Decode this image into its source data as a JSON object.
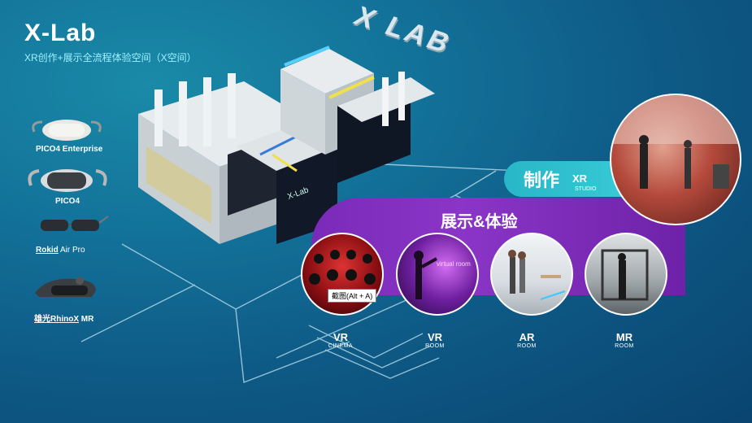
{
  "header": {
    "title": "X-Lab",
    "subtitle": "XR创作+展示全流程体验空间（X空间）"
  },
  "logo_3d": "X LAB",
  "devices": [
    {
      "label": "PICO4 Enterprise"
    },
    {
      "label": "PICO4"
    },
    {
      "label_brand": "Rokid",
      "label_rest": " Air Pro"
    },
    {
      "label_brand": "雄光RhinoX",
      "label_rest": " MR"
    }
  ],
  "production": {
    "heading": "制作",
    "tag_big": "XR",
    "tag_small": "STUDIO"
  },
  "showcase": {
    "heading": "展示&体验",
    "rooms": [
      {
        "big": "VR",
        "small": "CINEMA"
      },
      {
        "big": "VR",
        "small": "ROOM"
      },
      {
        "big": "AR",
        "small": "ROOM"
      },
      {
        "big": "MR",
        "small": "ROOM"
      }
    ],
    "vr_room_sign": "virtual room"
  },
  "screenshot_tooltip": "截图(Alt + A)",
  "colors": {
    "accent_cyan": "#3dcfd9",
    "accent_purple": "#8a35c7",
    "subtitle_cyan": "#9ff1ff"
  }
}
